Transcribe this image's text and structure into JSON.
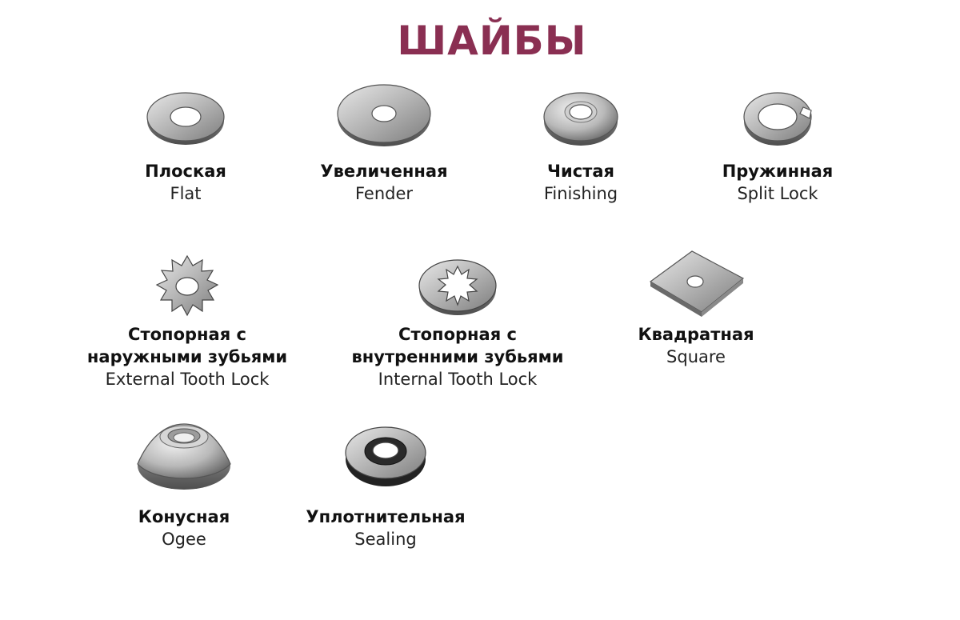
{
  "title": "ШАЙБЫ",
  "items": [
    {
      "ru": "Плоская",
      "en": "Flat",
      "icon": "flat-washer-icon"
    },
    {
      "ru": "Увеличенная",
      "en": "Fender",
      "icon": "fender-washer-icon"
    },
    {
      "ru": "Чистая",
      "en": "Finishing",
      "icon": "finishing-washer-icon"
    },
    {
      "ru": "Пружинная",
      "en": "Split Lock",
      "icon": "split-lock-washer-icon"
    },
    {
      "ru1": "Стопорная с",
      "ru2": "наружными зубьями",
      "en": "External Tooth Lock",
      "icon": "external-tooth-lock-washer-icon"
    },
    {
      "ru1": "Стопорная с",
      "ru2": "внутренними зубьями",
      "en": "Internal Tooth Lock",
      "icon": "internal-tooth-lock-washer-icon"
    },
    {
      "ru": "Квадратная",
      "en": "Square",
      "icon": "square-washer-icon"
    },
    {
      "ru": "Конусная",
      "en": "Ogee",
      "icon": "ogee-washer-icon"
    },
    {
      "ru": "Уплотнительная",
      "en": "Sealing",
      "icon": "sealing-washer-icon"
    }
  ]
}
